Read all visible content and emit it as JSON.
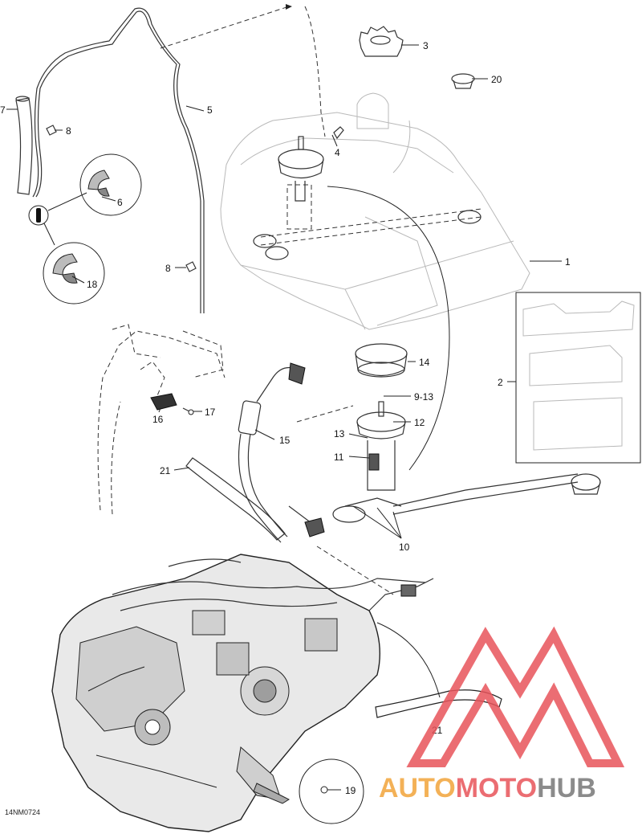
{
  "diagram": {
    "code": "14NM0724",
    "callouts": [
      {
        "id": "c1",
        "text": "1"
      },
      {
        "id": "c2",
        "text": "2"
      },
      {
        "id": "c3",
        "text": "3"
      },
      {
        "id": "c4",
        "text": "4"
      },
      {
        "id": "c5",
        "text": "5"
      },
      {
        "id": "c6",
        "text": "6"
      },
      {
        "id": "c7",
        "text": "7"
      },
      {
        "id": "c8a",
        "text": "8"
      },
      {
        "id": "c8b",
        "text": "8"
      },
      {
        "id": "c9",
        "text": "9-13"
      },
      {
        "id": "c10",
        "text": "10"
      },
      {
        "id": "c11",
        "text": "11"
      },
      {
        "id": "c12",
        "text": "12"
      },
      {
        "id": "c13",
        "text": "13"
      },
      {
        "id": "c14",
        "text": "14"
      },
      {
        "id": "c15",
        "text": "15"
      },
      {
        "id": "c16",
        "text": "16"
      },
      {
        "id": "c17",
        "text": "17"
      },
      {
        "id": "c18",
        "text": "18"
      },
      {
        "id": "c19",
        "text": "19"
      },
      {
        "id": "c20",
        "text": "20"
      },
      {
        "id": "c21a",
        "text": "21"
      },
      {
        "id": "c21b",
        "text": "21"
      }
    ]
  },
  "watermark": {
    "part1": "AUTO",
    "part2": "MOTO",
    "part3": "HUB",
    "color_orange": "#f2a43a",
    "color_red": "#e8545a",
    "color_gray": "#777777"
  }
}
